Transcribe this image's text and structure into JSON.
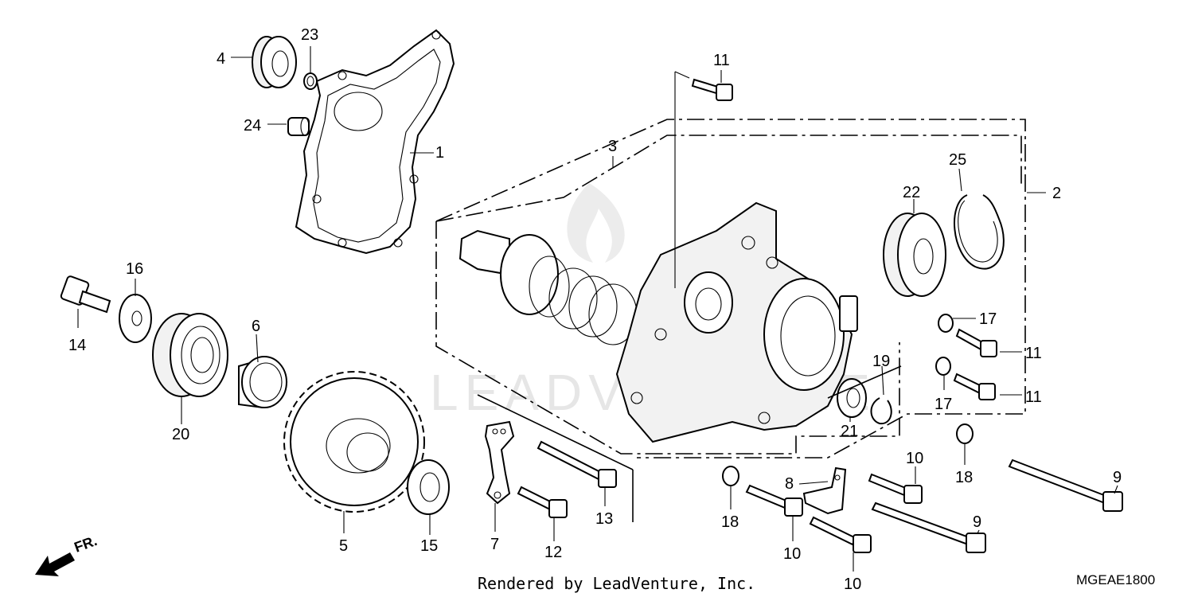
{
  "callouts": [
    {
      "id": "c1",
      "text": "1"
    },
    {
      "id": "c2",
      "text": "2"
    },
    {
      "id": "c3",
      "text": "3"
    },
    {
      "id": "c4",
      "text": "4"
    },
    {
      "id": "c5",
      "text": "5"
    },
    {
      "id": "c6",
      "text": "6"
    },
    {
      "id": "c7",
      "text": "7"
    },
    {
      "id": "c8",
      "text": "8"
    },
    {
      "id": "c9a",
      "text": "9"
    },
    {
      "id": "c9b",
      "text": "9"
    },
    {
      "id": "c10a",
      "text": "10"
    },
    {
      "id": "c10b",
      "text": "10"
    },
    {
      "id": "c10c",
      "text": "10"
    },
    {
      "id": "c11a",
      "text": "11"
    },
    {
      "id": "c11b",
      "text": "11"
    },
    {
      "id": "c11c",
      "text": "11"
    },
    {
      "id": "c12",
      "text": "12"
    },
    {
      "id": "c13",
      "text": "13"
    },
    {
      "id": "c14",
      "text": "14"
    },
    {
      "id": "c15",
      "text": "15"
    },
    {
      "id": "c16",
      "text": "16"
    },
    {
      "id": "c17a",
      "text": "17"
    },
    {
      "id": "c17b",
      "text": "17"
    },
    {
      "id": "c18a",
      "text": "18"
    },
    {
      "id": "c18b",
      "text": "18"
    },
    {
      "id": "c19",
      "text": "19"
    },
    {
      "id": "c20",
      "text": "20"
    },
    {
      "id": "c21",
      "text": "21"
    },
    {
      "id": "c22",
      "text": "22"
    },
    {
      "id": "c23",
      "text": "23"
    },
    {
      "id": "c24",
      "text": "24"
    },
    {
      "id": "c25",
      "text": "25"
    }
  ],
  "footer": {
    "credit": "Rendered by LeadVenture, Inc.",
    "diagram_code": "MGEAE1800",
    "direction_label": "FR."
  },
  "watermark": "LEADVENTURE"
}
